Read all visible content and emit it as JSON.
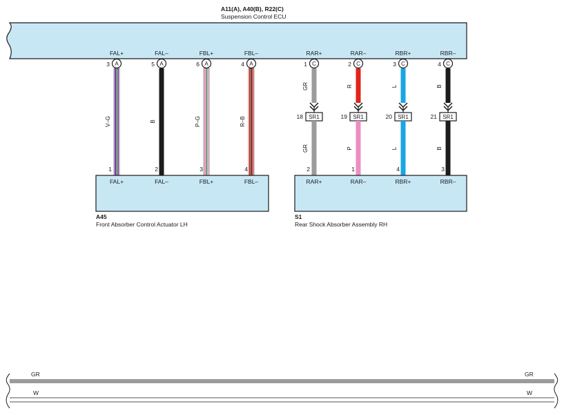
{
  "ecu": {
    "connector_ids": "A11(A), A40(B), R22(C)",
    "name": "Suspension Control ECU",
    "terminals": [
      {
        "pin": "3",
        "connector": "A",
        "label": "FAL+"
      },
      {
        "pin": "5",
        "connector": "A",
        "label": "FAL–"
      },
      {
        "pin": "6",
        "connector": "A",
        "label": "FBL+"
      },
      {
        "pin": "4",
        "connector": "A",
        "label": "FBL–"
      },
      {
        "pin": "1",
        "connector": "C",
        "label": "RAR+"
      },
      {
        "pin": "2",
        "connector": "C",
        "label": "RAR–"
      },
      {
        "pin": "3",
        "connector": "C",
        "label": "RBR+"
      },
      {
        "pin": "4",
        "connector": "C",
        "label": "RBR–"
      }
    ]
  },
  "front_wires": [
    {
      "color_code": "V–G",
      "stripes": [
        "#7a2fa8",
        "#2c8a3c"
      ]
    },
    {
      "color_code": "B",
      "stripes": [
        "#1c1c1c"
      ]
    },
    {
      "color_code": "P–G",
      "stripes": [
        "#e98bc3",
        "#2c8a3c"
      ]
    },
    {
      "color_code": "R–B",
      "stripes": [
        "#e2231a",
        "#1c1c1c"
      ]
    }
  ],
  "rear_wires": [
    {
      "upper_code": "GR",
      "upper_color": "#9b9b9b",
      "lower_code": "GR",
      "lower_color": "#9b9b9b",
      "junction_pin": "18",
      "junction_label": "SR1"
    },
    {
      "upper_code": "R",
      "upper_color": "#e2231a",
      "lower_code": "P",
      "lower_color": "#ef8cc4",
      "junction_pin": "19",
      "junction_label": "SR1"
    },
    {
      "upper_code": "L",
      "upper_color": "#1aa6e4",
      "lower_code": "L",
      "lower_color": "#1aa6e4",
      "junction_pin": "20",
      "junction_label": "SR1"
    },
    {
      "upper_code": "B",
      "upper_color": "#1c1c1c",
      "lower_code": "B",
      "lower_color": "#1c1c1c",
      "junction_pin": "21",
      "junction_label": "SR1"
    }
  ],
  "front_actuator": {
    "code": "A45",
    "name": "Front Absorber Control Actuator LH",
    "terminals": [
      {
        "pin": "1",
        "label": "FAL+"
      },
      {
        "pin": "2",
        "label": "FAL–"
      },
      {
        "pin": "3",
        "label": "FBL+"
      },
      {
        "pin": "4",
        "label": "FBL–"
      }
    ]
  },
  "rear_absorber": {
    "code": "S1",
    "name": "Rear Shock Absorber Assembly RH",
    "terminals": [
      {
        "pin": "2",
        "label": "RAR+"
      },
      {
        "pin": "1",
        "label": "RAR–"
      },
      {
        "pin": "4",
        "label": "RBR+"
      },
      {
        "pin": "3",
        "label": "RBR–"
      }
    ]
  },
  "legend": {
    "gr": {
      "code": "GR",
      "color": "#9b9b9b"
    },
    "w": {
      "code": "W",
      "color": "#ffffff"
    }
  },
  "colors": {
    "component_fill": "#c8e7f5",
    "outline": "#1a1a1a"
  }
}
